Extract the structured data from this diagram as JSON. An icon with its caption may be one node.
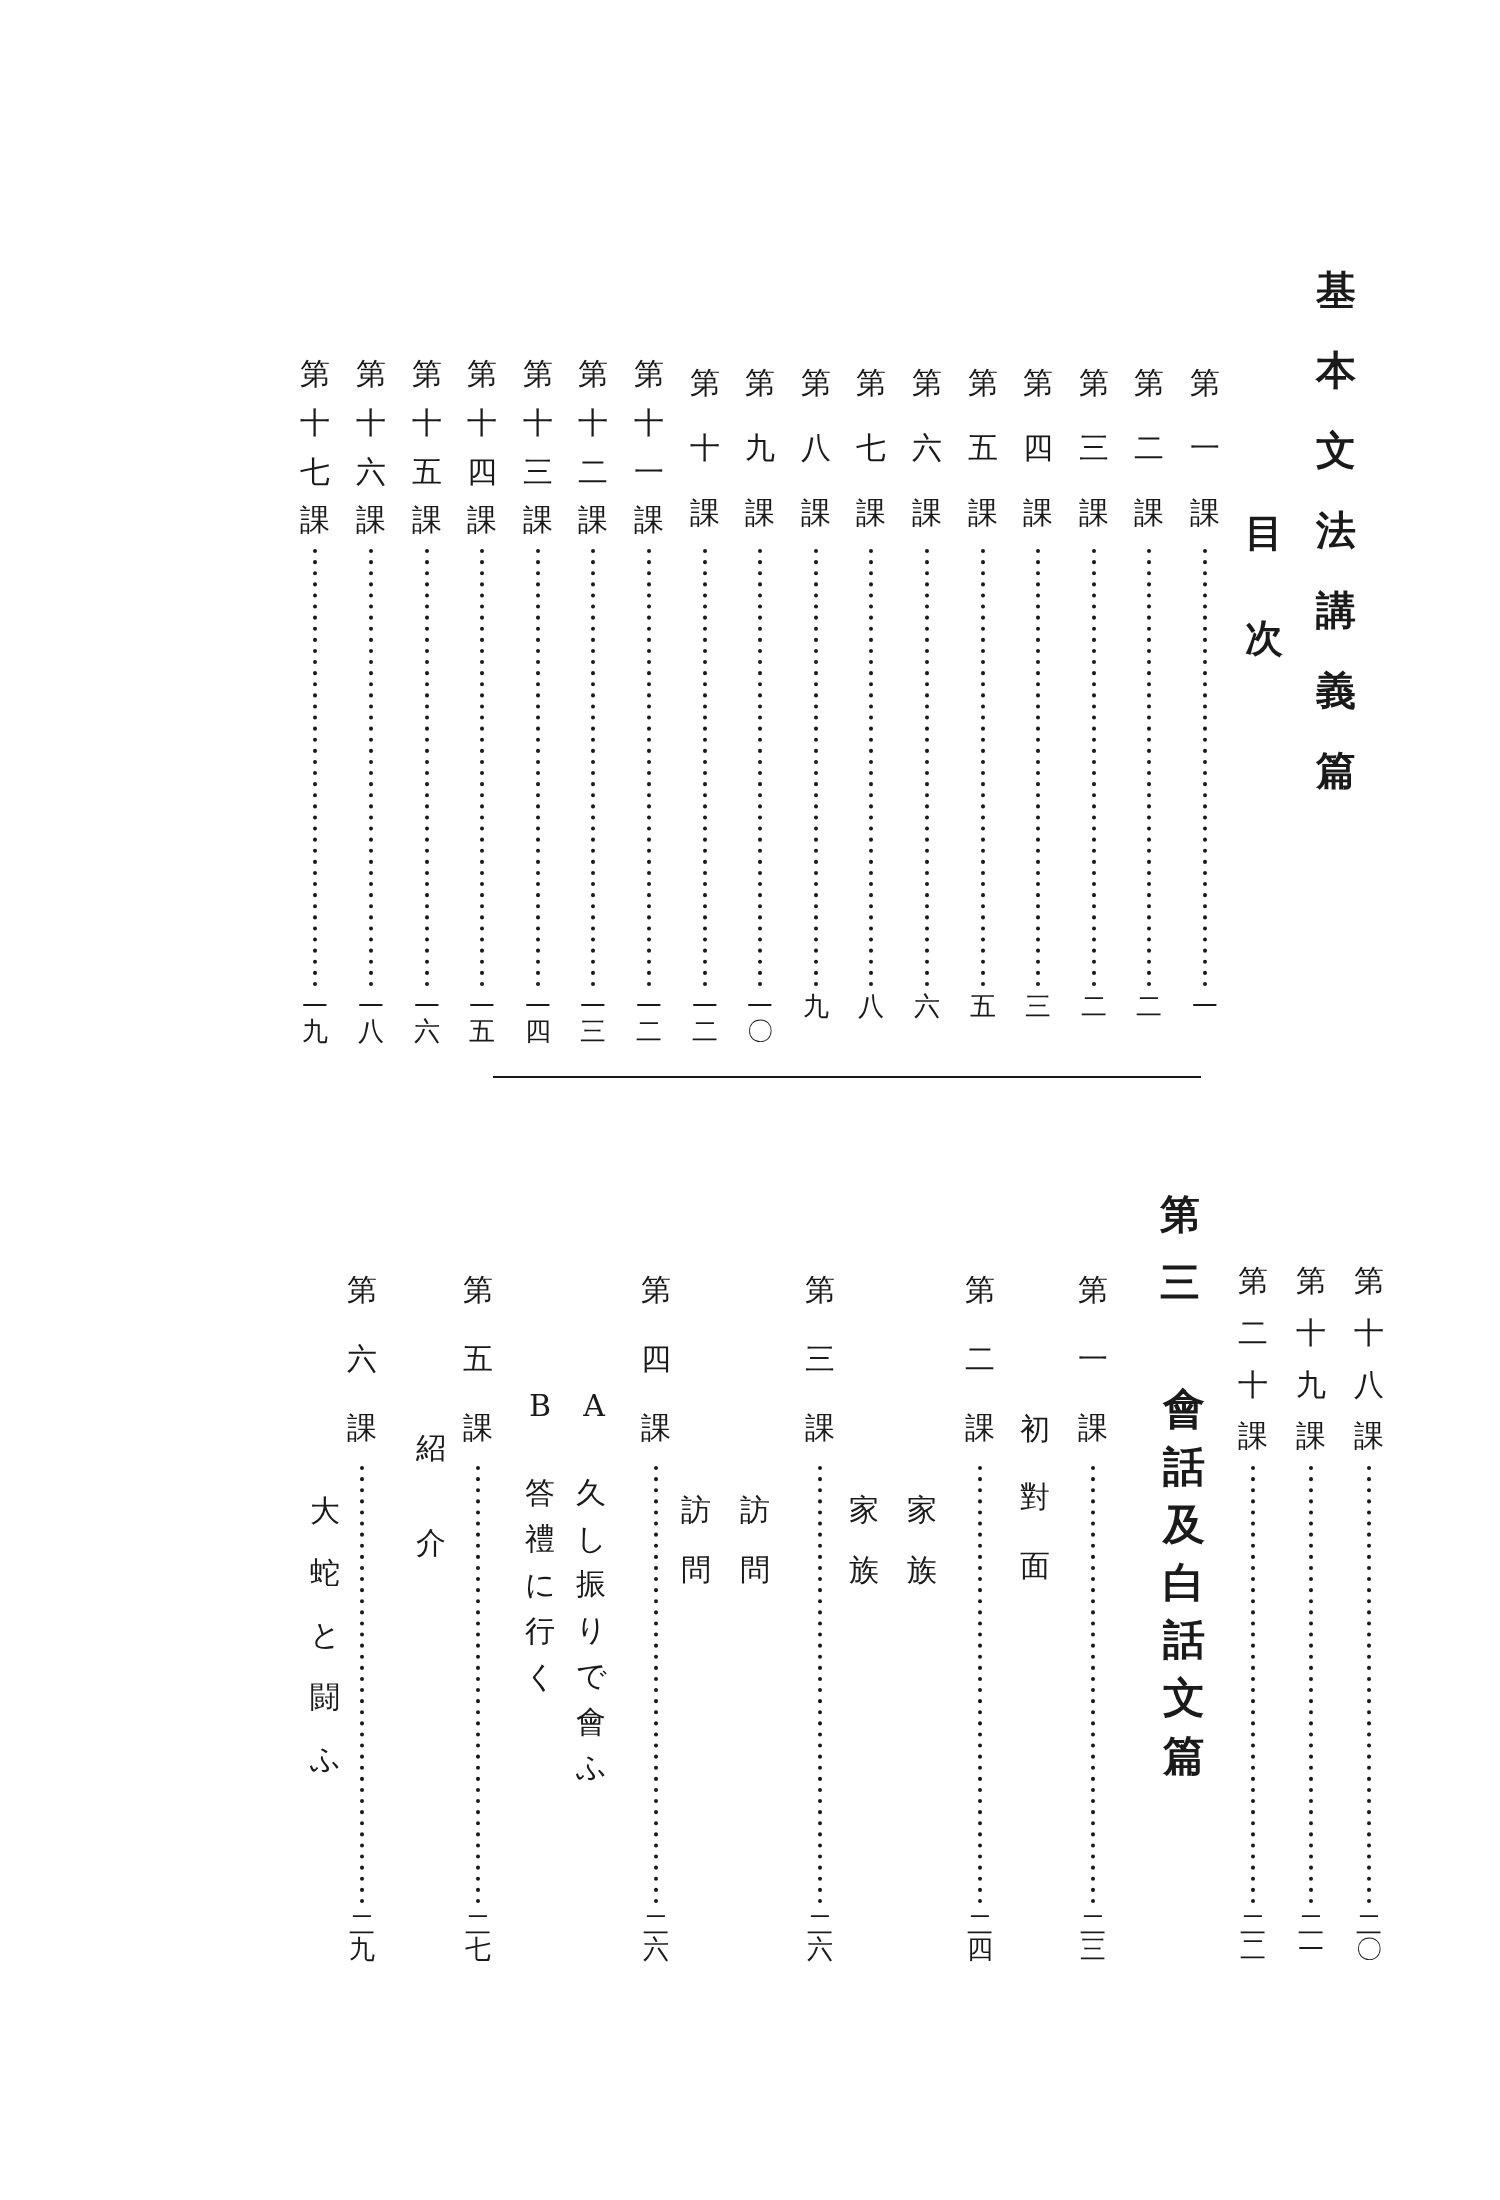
{
  "diagram": {
    "title": "基本文法講義篇",
    "nodes": [
      {
        "text": [
          "第一課"
        ]
      },
      {
        "text": [
          "一"
        ]
      },
      {
        "text": [
          "第二課"
        ]
      },
      {
        "text": [
          "二"
        ]
      },
      {
        "text": [
          "第三課"
        ]
      },
      {
        "text": [
          "二"
        ]
      },
      {
        "text": [
          "第四課"
        ]
      },
      {
        "text": [
          "三"
        ]
      },
      {
        "text": [
          "第五課"
        ]
      },
      {
        "text": [
          "五"
        ]
      },
      {
        "text": [
          "第六課"
        ]
      },
      {
        "text": [
          "六"
        ]
      },
      {
        "text": [
          "第七課"
        ]
      },
      {
        "text": [
          "八"
        ]
      },
      {
        "text": [
          "第八課"
        ]
      },
      {
        "text": [
          "九"
        ]
      },
      {
        "text": [
          "第九課"
        ]
      },
      {
        "text": [
          "一〇"
        ]
      },
      {
        "text": [
          "第十課"
        ]
      },
      {
        "text": [
          "一二"
        ]
      },
      {
        "text": [
          "第十一課"
        ]
      },
      {
        "text": [
          "一二"
        ]
      },
      {
        "text": [
          "第十二課"
        ]
      },
      {
        "text": [
          "一三"
        ]
      },
      {
        "text": [
          "第十三課"
        ]
      },
      {
        "text": [
          "一四"
        ]
      },
      {
        "text": [
          "第十四課"
        ]
      },
      {
        "text": [
          "一五"
        ]
      },
      {
        "text": [
          "第十五課"
        ]
      },
      {
        "text": [
          "一六"
        ]
      },
      {
        "text": [
          "第十六課"
        ]
      },
      {
        "text": [
          "一八"
        ]
      },
      {
        "text": [
          "第十七課"
        ]
      },
      {
        "text": [
          "一九"
        ]
      },
      {
        "text": [
          "第十八課"
        ]
      },
      {
        "text": [
          "二〇"
        ]
      },
      {
        "text": [
          "第十九課"
        ]
      },
      {
        "text": [
          "二一"
        ]
      },
      {
        "text": [
          "第二十課"
        ]
      },
      {
        "text": [
          "二二"
        ]
      },
      {
        "text": [
          "第一課"
        ],
        "beside": [
          "初對面"
        ]
      },
      {
        "text": [
          "二三"
        ]
      },
      {
        "text": [
          "第二課"
        ],
        "beside": [
          "家族",
          "家族"
        ]
      },
      {
        "text": [
          "二四"
        ]
      },
      {
        "text": [
          "第三課"
        ],
        "beside": [
          "訪問",
          "訪問"
        ]
      },
      {
        "text": [
          "二六"
        ]
      },
      {
        "text": [
          "第四課"
        ],
        "beside": [
          "A",
          "久し振りで會ふ",
          "B",
          "答禮に行く"
        ]
      },
      {
        "text": [
          "二六"
        ]
      },
      {
        "text": [
          "第五課"
        ],
        "beside": [
          "紹介"
        ]
      },
      {
        "text": [
          "二七"
        ]
      },
      {
        "text": [
          "第六課"
        ],
        "beside": [
          "大蛇と闘ふ"
        ]
      },
      {
        "text": [
          "二九"
        ]
      }
    ],
    "edges": [
      {
        "from": 0,
        "to": 1,
        "arrow": "none"
      },
      {
        "from": 2,
        "to": 3,
        "arrow": "none"
      },
      {
        "from": 4,
        "to": 5,
        "arrow": "none"
      },
      {
        "from": 6,
        "to": 7,
        "arrow": "none"
      },
      {
        "from": 8,
        "to": 9,
        "arrow": "none"
      },
      {
        "from": 10,
        "to": 11,
        "arrow": "none"
      },
      {
        "from": 12,
        "to": 13,
        "arrow": "none"
      },
      {
        "from": 14,
        "to": 15,
        "arrow": "none"
      },
      {
        "from": 16,
        "to": 17,
        "arrow": "none"
      },
      {
        "from": 18,
        "to": 19,
        "arrow": "none"
      },
      {
        "from": 20,
        "to": 21,
        "arrow": "none"
      },
      {
        "from": 22,
        "to": 23,
        "arrow": "none"
      },
      {
        "from": 24,
        "to": 25,
        "arrow": "none"
      },
      {
        "from": 26,
        "to": 27,
        "arrow": "none"
      },
      {
        "from": 28,
        "to": 29,
        "arrow": "none"
      },
      {
        "from": 30,
        "to": 31,
        "arrow": "none"
      },
      {
        "from": 32,
        "to": 33,
        "arrow": "none"
      },
      {
        "from": 34,
        "to": 35,
        "arrow": "none"
      },
      {
        "from": 36,
        "to": 37,
        "arrow": "none"
      },
      {
        "from": 38,
        "to": 39,
        "arrow": "none"
      },
      {
        "from": 40,
        "to": 41,
        "arrow": "none"
      },
      {
        "from": 42,
        "to": 43,
        "arrow": "none"
      },
      {
        "from": 44,
        "to": 45,
        "arrow": "none"
      },
      {
        "from": 46,
        "to": 47,
        "arrow": "none"
      },
      {
        "from": 48,
        "to": 49,
        "arrow": "none"
      },
      {
        "from": 50,
        "to": 51,
        "arrow": "none"
      }
    ],
    "labels": [
      "目次",
      "第三",
      "會話及白話文篇"
    ]
  }
}
